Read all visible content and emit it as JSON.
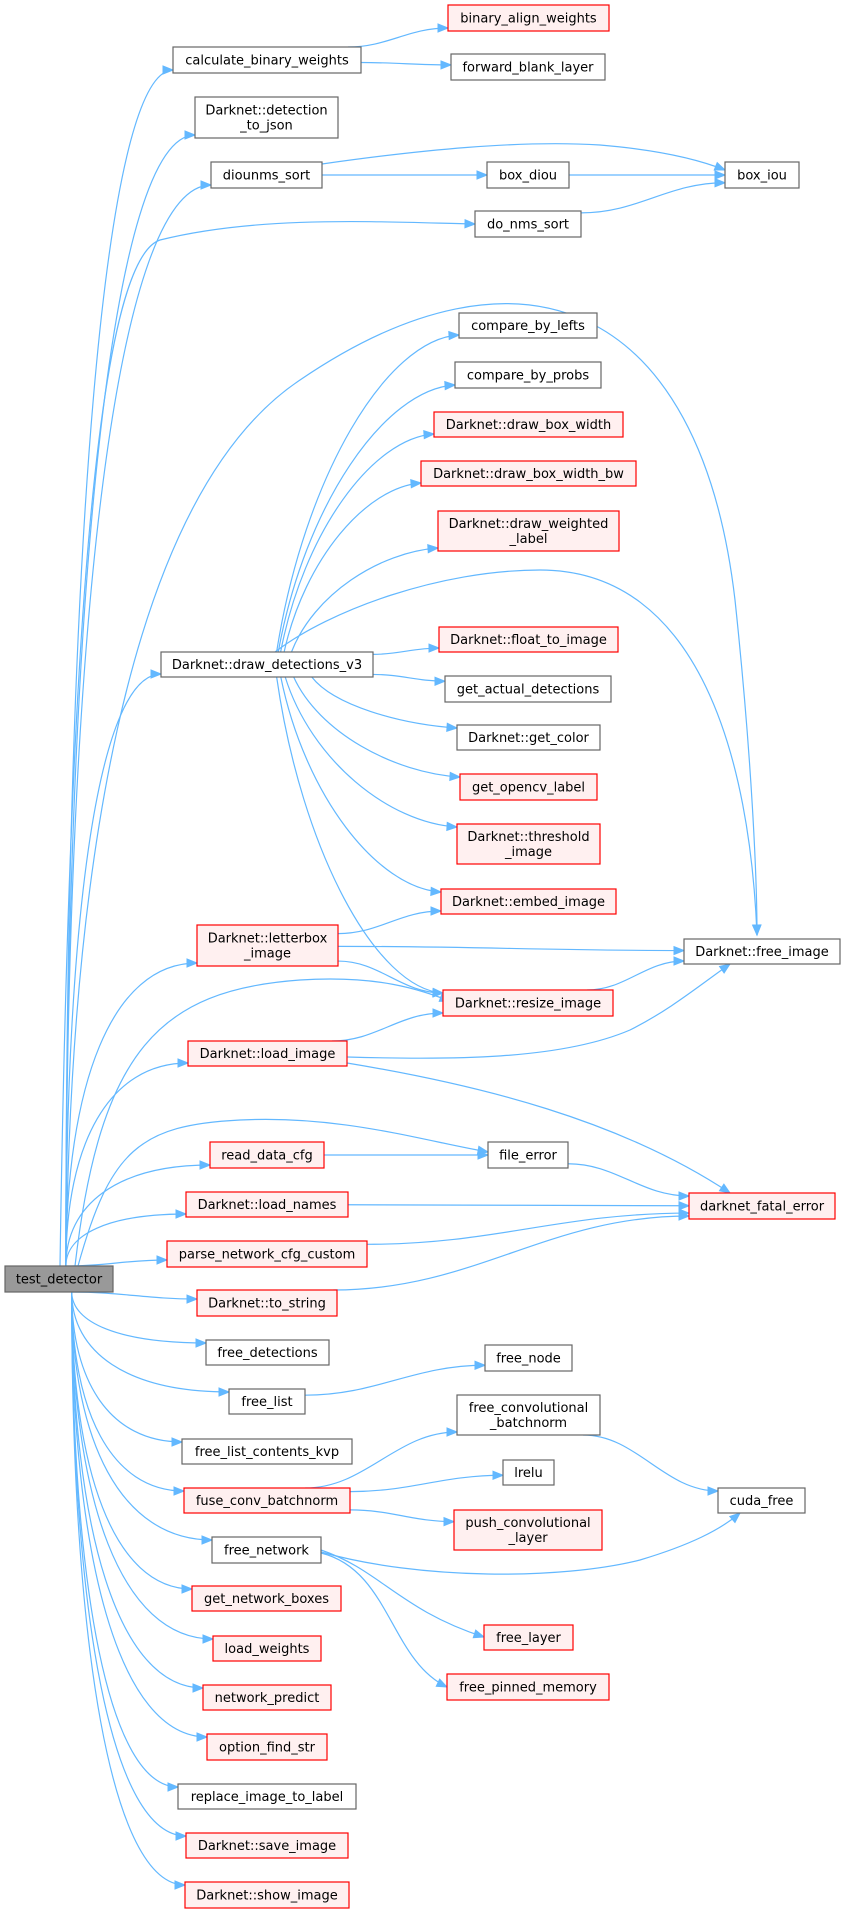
{
  "diagram": {
    "type": "call-graph",
    "root": "test_detector",
    "colors": {
      "edge": "#63b8ff",
      "root_fill": "#999999",
      "node_border": "#666666",
      "undocumented_border": "#ff0000",
      "undocumented_fill": "#fff0f0"
    },
    "nodes": {
      "test_detector": {
        "label": [
          "test_detector"
        ],
        "style": "root"
      },
      "calculate_binary_weights": {
        "label": [
          "calculate_binary_weights"
        ],
        "style": "plain"
      },
      "binary_align_weights": {
        "label": [
          "binary_align_weights"
        ],
        "style": "missing"
      },
      "forward_blank_layer": {
        "label": [
          "forward_blank_layer"
        ],
        "style": "plain"
      },
      "detection_to_json": {
        "label": [
          "Darknet::detection",
          "_to_json"
        ],
        "style": "plain"
      },
      "diounms_sort": {
        "label": [
          "diounms_sort"
        ],
        "style": "plain"
      },
      "box_diou": {
        "label": [
          "box_diou"
        ],
        "style": "plain"
      },
      "box_iou": {
        "label": [
          "box_iou"
        ],
        "style": "plain"
      },
      "do_nms_sort": {
        "label": [
          "do_nms_sort"
        ],
        "style": "plain"
      },
      "compare_by_lefts": {
        "label": [
          "compare_by_lefts"
        ],
        "style": "plain"
      },
      "compare_by_probs": {
        "label": [
          "compare_by_probs"
        ],
        "style": "plain"
      },
      "draw_box_width": {
        "label": [
          "Darknet::draw_box_width"
        ],
        "style": "missing"
      },
      "draw_box_width_bw": {
        "label": [
          "Darknet::draw_box_width_bw"
        ],
        "style": "missing"
      },
      "draw_weighted_label": {
        "label": [
          "Darknet::draw_weighted",
          "_label"
        ],
        "style": "missing"
      },
      "draw_detections_v3": {
        "label": [
          "Darknet::draw_detections_v3"
        ],
        "style": "plain"
      },
      "float_to_image": {
        "label": [
          "Darknet::float_to_image"
        ],
        "style": "missing"
      },
      "get_actual_detections": {
        "label": [
          "get_actual_detections"
        ],
        "style": "plain"
      },
      "get_color": {
        "label": [
          "Darknet::get_color"
        ],
        "style": "plain"
      },
      "get_opencv_label": {
        "label": [
          "get_opencv_label"
        ],
        "style": "missing"
      },
      "threshold_image": {
        "label": [
          "Darknet::threshold",
          "_image"
        ],
        "style": "missing"
      },
      "embed_image": {
        "label": [
          "Darknet::embed_image"
        ],
        "style": "missing"
      },
      "letterbox_image": {
        "label": [
          "Darknet::letterbox",
          "_image"
        ],
        "style": "missing"
      },
      "free_image": {
        "label": [
          "Darknet::free_image"
        ],
        "style": "plain"
      },
      "resize_image": {
        "label": [
          "Darknet::resize_image"
        ],
        "style": "missing"
      },
      "load_image": {
        "label": [
          "Darknet::load_image"
        ],
        "style": "missing"
      },
      "read_data_cfg": {
        "label": [
          "read_data_cfg"
        ],
        "style": "missing"
      },
      "file_error": {
        "label": [
          "file_error"
        ],
        "style": "plain"
      },
      "load_names": {
        "label": [
          "Darknet::load_names"
        ],
        "style": "missing"
      },
      "darknet_fatal_error": {
        "label": [
          "darknet_fatal_error"
        ],
        "style": "missing"
      },
      "parse_network_cfg_custom": {
        "label": [
          "parse_network_cfg_custom"
        ],
        "style": "missing"
      },
      "to_string": {
        "label": [
          "Darknet::to_string"
        ],
        "style": "missing"
      },
      "free_detections": {
        "label": [
          "free_detections"
        ],
        "style": "plain"
      },
      "free_node": {
        "label": [
          "free_node"
        ],
        "style": "plain"
      },
      "free_list": {
        "label": [
          "free_list"
        ],
        "style": "plain"
      },
      "free_convolutional_batchnorm": {
        "label": [
          "free_convolutional",
          "_batchnorm"
        ],
        "style": "plain"
      },
      "free_list_contents_kvp": {
        "label": [
          "free_list_contents_kvp"
        ],
        "style": "plain"
      },
      "lrelu": {
        "label": [
          "lrelu"
        ],
        "style": "plain"
      },
      "fuse_conv_batchnorm": {
        "label": [
          "fuse_conv_batchnorm"
        ],
        "style": "missing"
      },
      "cuda_free": {
        "label": [
          "cuda_free"
        ],
        "style": "plain"
      },
      "push_convolutional_layer": {
        "label": [
          "push_convolutional",
          "_layer"
        ],
        "style": "missing"
      },
      "free_network": {
        "label": [
          "free_network"
        ],
        "style": "plain"
      },
      "get_network_boxes": {
        "label": [
          "get_network_boxes"
        ],
        "style": "missing"
      },
      "free_layer": {
        "label": [
          "free_layer"
        ],
        "style": "missing"
      },
      "load_weights": {
        "label": [
          "load_weights"
        ],
        "style": "missing"
      },
      "free_pinned_memory": {
        "label": [
          "free_pinned_memory"
        ],
        "style": "missing"
      },
      "network_predict": {
        "label": [
          "network_predict"
        ],
        "style": "missing"
      },
      "option_find_str": {
        "label": [
          "option_find_str"
        ],
        "style": "missing"
      },
      "replace_image_to_label": {
        "label": [
          "replace_image_to_label"
        ],
        "style": "plain"
      },
      "save_image": {
        "label": [
          "Darknet::save_image"
        ],
        "style": "missing"
      },
      "show_image": {
        "label": [
          "Darknet::show_image"
        ],
        "style": "missing"
      }
    },
    "edges": [
      [
        "test_detector",
        "calculate_binary_weights"
      ],
      [
        "test_detector",
        "detection_to_json"
      ],
      [
        "test_detector",
        "diounms_sort"
      ],
      [
        "test_detector",
        "do_nms_sort"
      ],
      [
        "test_detector",
        "free_image"
      ],
      [
        "test_detector",
        "draw_detections_v3"
      ],
      [
        "test_detector",
        "letterbox_image"
      ],
      [
        "test_detector",
        "resize_image"
      ],
      [
        "test_detector",
        "load_image"
      ],
      [
        "test_detector",
        "file_error"
      ],
      [
        "test_detector",
        "read_data_cfg"
      ],
      [
        "test_detector",
        "load_names"
      ],
      [
        "test_detector",
        "parse_network_cfg_custom"
      ],
      [
        "test_detector",
        "to_string"
      ],
      [
        "test_detector",
        "free_detections"
      ],
      [
        "test_detector",
        "free_list"
      ],
      [
        "test_detector",
        "free_list_contents_kvp"
      ],
      [
        "test_detector",
        "fuse_conv_batchnorm"
      ],
      [
        "test_detector",
        "free_network"
      ],
      [
        "test_detector",
        "get_network_boxes"
      ],
      [
        "test_detector",
        "load_weights"
      ],
      [
        "test_detector",
        "network_predict"
      ],
      [
        "test_detector",
        "option_find_str"
      ],
      [
        "test_detector",
        "replace_image_to_label"
      ],
      [
        "test_detector",
        "save_image"
      ],
      [
        "test_detector",
        "show_image"
      ],
      [
        "calculate_binary_weights",
        "binary_align_weights"
      ],
      [
        "calculate_binary_weights",
        "forward_blank_layer"
      ],
      [
        "diounms_sort",
        "box_iou"
      ],
      [
        "diounms_sort",
        "box_diou"
      ],
      [
        "box_diou",
        "box_iou"
      ],
      [
        "do_nms_sort",
        "box_iou"
      ],
      [
        "draw_detections_v3",
        "compare_by_lefts"
      ],
      [
        "draw_detections_v3",
        "compare_by_probs"
      ],
      [
        "draw_detections_v3",
        "draw_box_width"
      ],
      [
        "draw_detections_v3",
        "draw_box_width_bw"
      ],
      [
        "draw_detections_v3",
        "draw_weighted_label"
      ],
      [
        "draw_detections_v3",
        "free_image"
      ],
      [
        "draw_detections_v3",
        "float_to_image"
      ],
      [
        "draw_detections_v3",
        "get_actual_detections"
      ],
      [
        "draw_detections_v3",
        "get_color"
      ],
      [
        "draw_detections_v3",
        "get_opencv_label"
      ],
      [
        "draw_detections_v3",
        "threshold_image"
      ],
      [
        "draw_detections_v3",
        "embed_image"
      ],
      [
        "draw_detections_v3",
        "resize_image"
      ],
      [
        "letterbox_image",
        "embed_image"
      ],
      [
        "letterbox_image",
        "free_image"
      ],
      [
        "letterbox_image",
        "resize_image"
      ],
      [
        "resize_image",
        "free_image"
      ],
      [
        "load_image",
        "resize_image"
      ],
      [
        "load_image",
        "free_image"
      ],
      [
        "load_image",
        "darknet_fatal_error"
      ],
      [
        "read_data_cfg",
        "file_error"
      ],
      [
        "file_error",
        "darknet_fatal_error"
      ],
      [
        "load_names",
        "darknet_fatal_error"
      ],
      [
        "parse_network_cfg_custom",
        "darknet_fatal_error"
      ],
      [
        "to_string",
        "darknet_fatal_error"
      ],
      [
        "free_list",
        "free_node"
      ],
      [
        "fuse_conv_batchnorm",
        "free_convolutional_batchnorm"
      ],
      [
        "fuse_conv_batchnorm",
        "lrelu"
      ],
      [
        "fuse_conv_batchnorm",
        "push_convolutional_layer"
      ],
      [
        "free_convolutional_batchnorm",
        "cuda_free"
      ],
      [
        "free_network",
        "cuda_free"
      ],
      [
        "free_network",
        "free_layer"
      ],
      [
        "free_network",
        "free_pinned_memory"
      ]
    ]
  }
}
